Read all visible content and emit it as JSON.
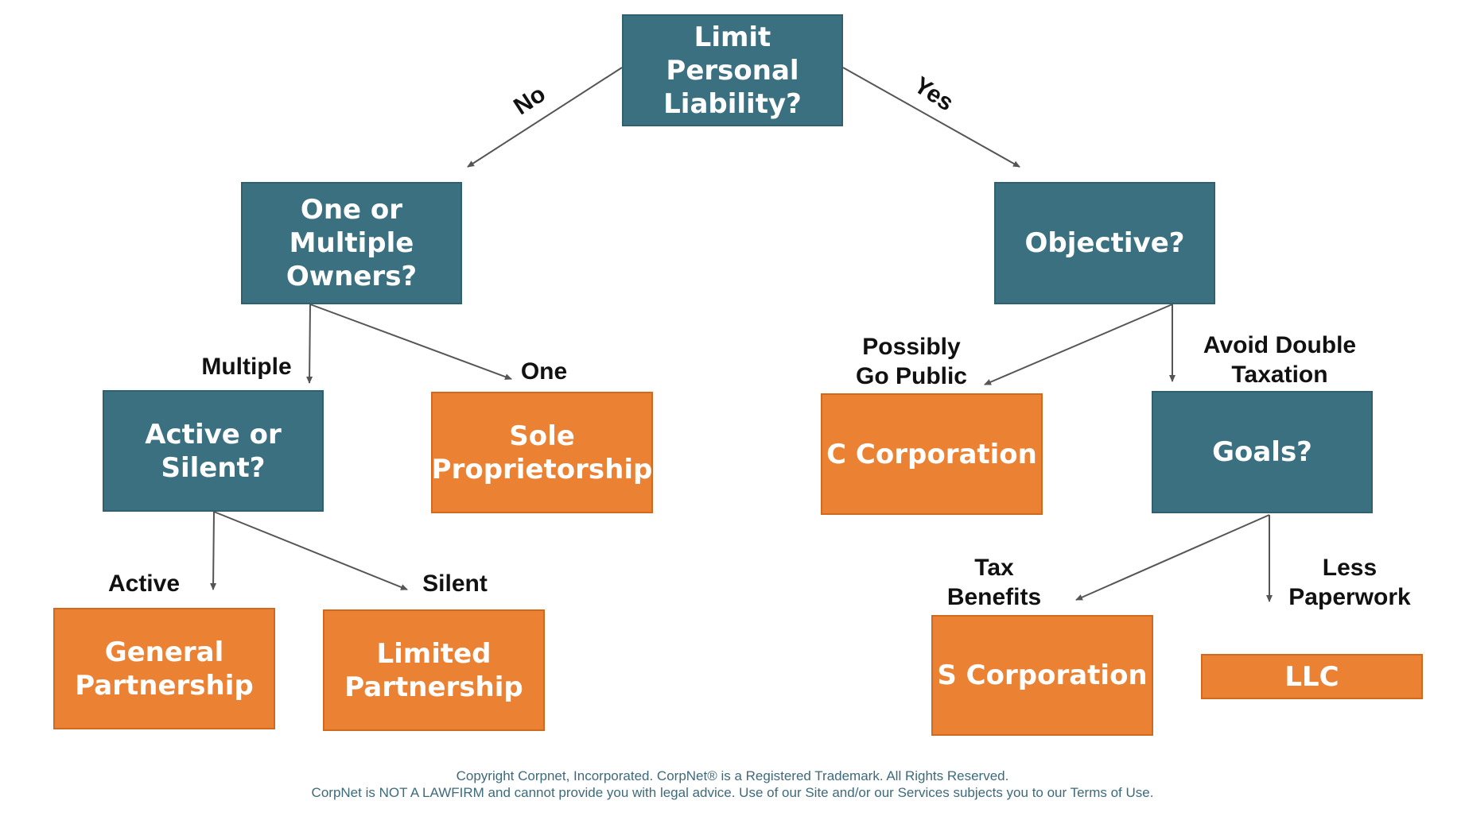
{
  "colors": {
    "question_box": "#3b7080",
    "answer_box": "#ea8133",
    "edge": "#555555",
    "footer_text": "#3d6a7a"
  },
  "nodes": {
    "limit_liability": "Limit\nPersonal\nLiability?",
    "owners": "One or\nMultiple\nOwners?",
    "objective": "Objective?",
    "active_silent": "Active or\nSilent?",
    "sole_prop": "Sole\nProprietorship",
    "c_corp": "C Corporation",
    "goals": "Goals?",
    "general_partnership": "General\nPartnership",
    "limited_partnership": "Limited\nPartnership",
    "s_corp": "S Corporation",
    "llc": "LLC"
  },
  "edge_labels": {
    "no": "No",
    "yes": "Yes",
    "multiple": "Multiple",
    "one": "One",
    "go_public": "Possibly\nGo Public",
    "avoid_double": "Avoid Double\nTaxation",
    "active": "Active",
    "silent": "Silent",
    "tax_benefits": "Tax\nBenefits",
    "less_paperwork": "Less\nPaperwork"
  },
  "footer": {
    "line1": "Copyright Corpnet, Incorporated.  CorpNet® is a Registered Trademark.  All Rights Reserved.",
    "line2": "CorpNet is NOT A LAWFIRM and cannot provide you with legal advice.  Use of our Site and/or our Services subjects you to our Terms of Use."
  }
}
